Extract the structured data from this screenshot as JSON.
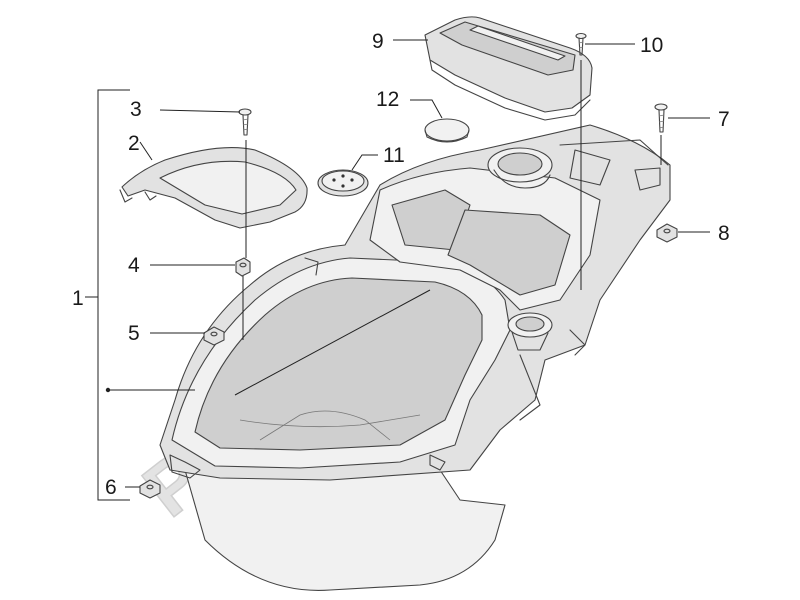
{
  "watermark": {
    "text": "PartsRepublik"
  },
  "callouts": [
    {
      "id": "callout-1",
      "number": "1"
    },
    {
      "id": "callout-2",
      "number": "2"
    },
    {
      "id": "callout-3",
      "number": "3"
    },
    {
      "id": "callout-4",
      "number": "4"
    },
    {
      "id": "callout-5",
      "number": "5"
    },
    {
      "id": "callout-6",
      "number": "6"
    },
    {
      "id": "callout-7",
      "number": "7"
    },
    {
      "id": "callout-8",
      "number": "8"
    },
    {
      "id": "callout-9",
      "number": "9"
    },
    {
      "id": "callout-10",
      "number": "10"
    },
    {
      "id": "callout-11",
      "number": "11"
    },
    {
      "id": "callout-12",
      "number": "12"
    }
  ]
}
